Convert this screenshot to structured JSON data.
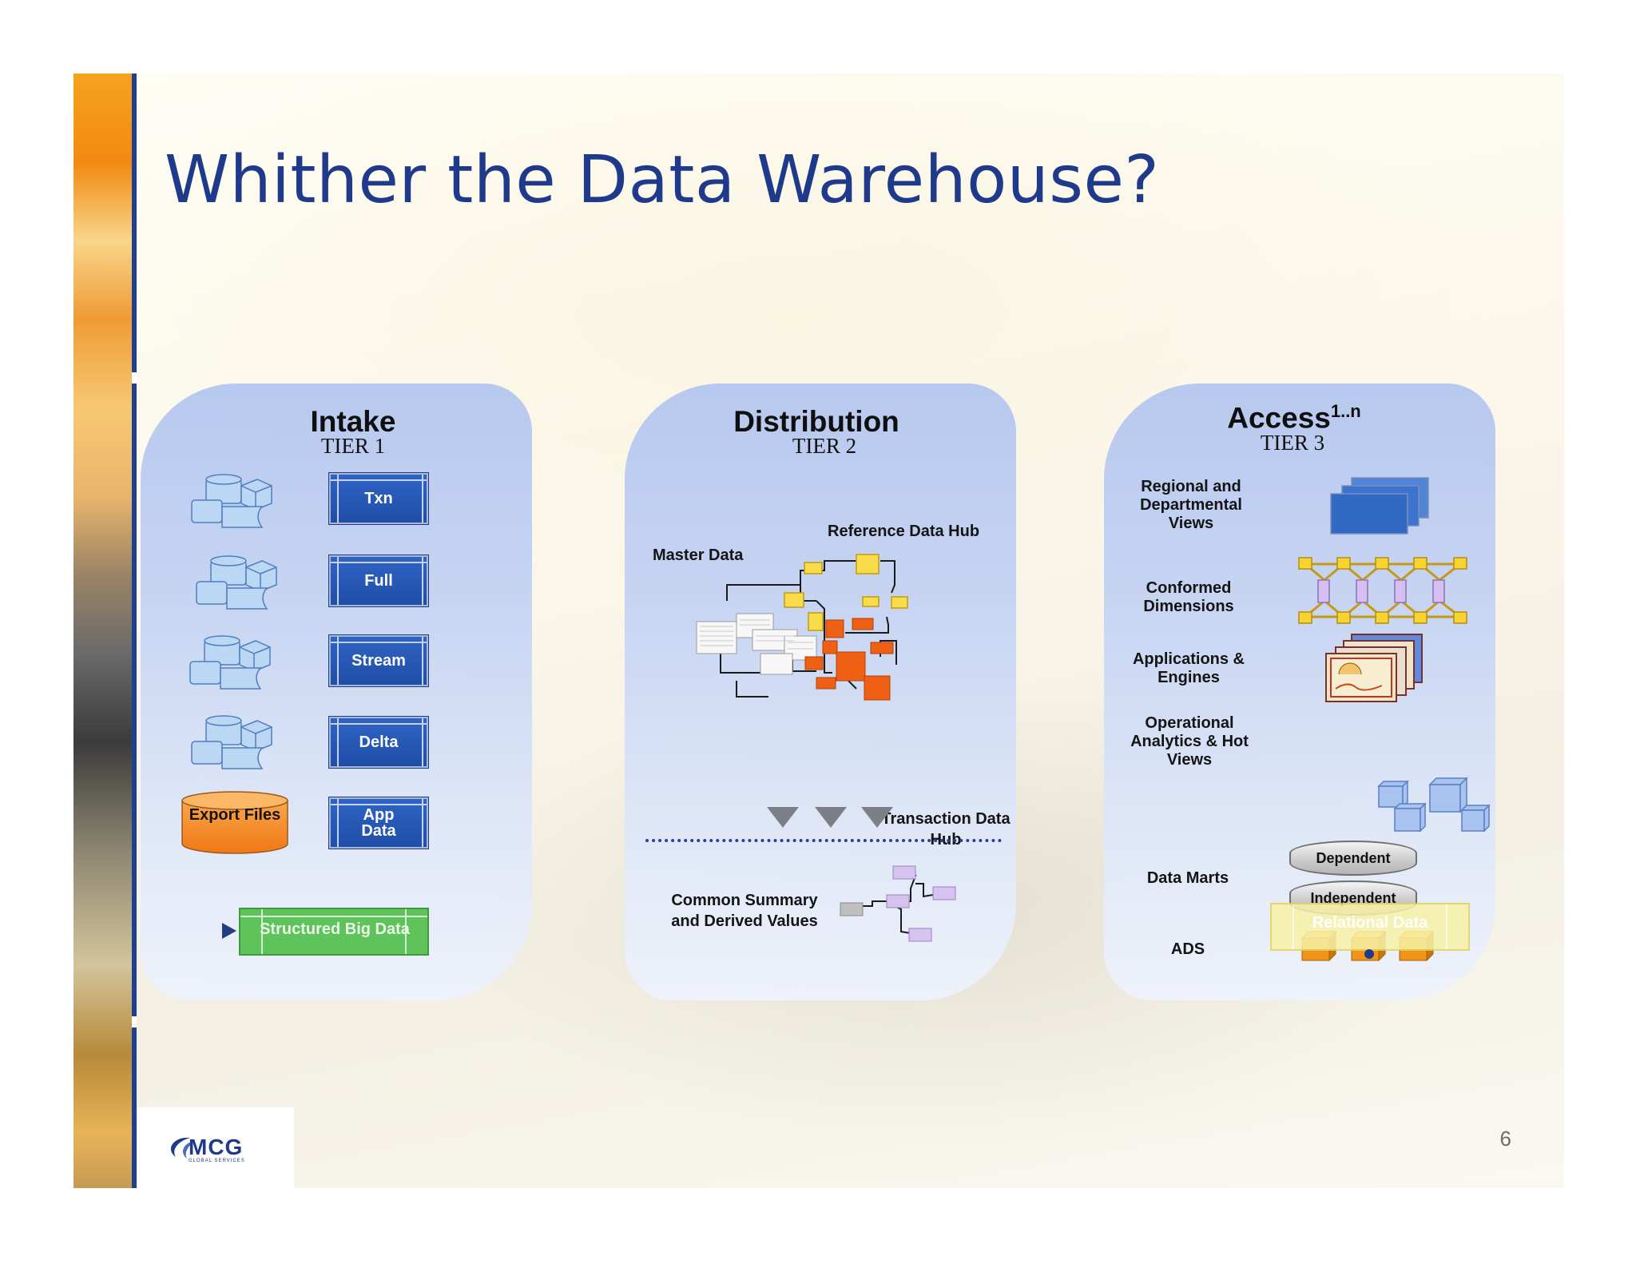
{
  "slide": {
    "title": "Whither the Data Warehouse?",
    "page_number": "6"
  },
  "logo": {
    "text": "MCG",
    "subtext": "GLOBAL SERVICES"
  },
  "intake": {
    "title": "Intake",
    "tier": "TIER 1",
    "items": [
      "Txn",
      "Full",
      "Stream",
      "Delta",
      "App Data"
    ],
    "export_files": "Export Files",
    "structured": "Structured Big Data"
  },
  "distribution": {
    "title": "Distribution",
    "tier": "TIER 2",
    "master_data": "Master Data",
    "reference_hub": "Reference Data Hub",
    "transaction_hub": "Transaction Data Hub",
    "summary": "Common Summary and Derived Values"
  },
  "access": {
    "title": "Access",
    "superscript": "1..n",
    "tier": "TIER 3",
    "views": "Regional and Departmental Views",
    "dimensions": "Conformed Dimensions",
    "applications": "Applications & Engines",
    "analytics": "Operational Analytics & Hot Views",
    "data_marts": "Data Marts",
    "mart_dependent": "Dependent",
    "mart_independent": "Independent",
    "ads": "ADS",
    "relational": "Relational Data"
  },
  "colors": {
    "title": "#1f3a8a",
    "accent_line": "#1f3f8f",
    "panel": "#b4c6ef",
    "intake_box": "#2a5cbd",
    "orange": "#f28a1e",
    "green": "#5cc15c",
    "relational": "#f7ef9a"
  },
  "icons": [
    "database-stack-icon",
    "dimension-graph-icon",
    "application-windows-icon",
    "analytics-cubes-icon",
    "ads-cubes-icon",
    "flow-triangle-icon"
  ]
}
